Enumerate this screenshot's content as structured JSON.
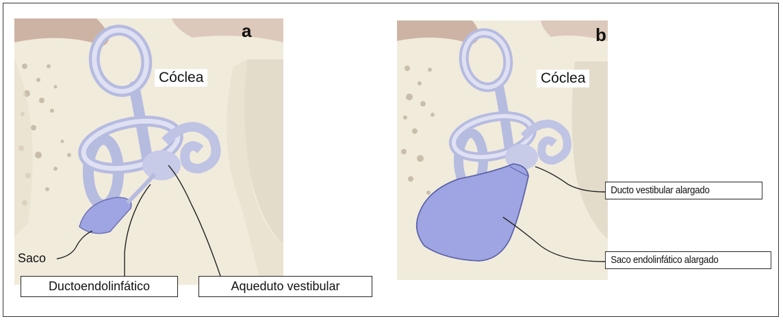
{
  "panels": [
    {
      "letter": "a",
      "organ_label": "Cóclea"
    },
    {
      "letter": "b",
      "organ_label": "Cóclea"
    }
  ],
  "labels": {
    "saco": "Saco",
    "ducto_endolinfatico": "Ductoendolinfático",
    "aqueduto_vestibular": "Aqueduto vestibular",
    "ducto_vestibular_alargado": "Ducto vestibular alargado",
    "saco_endolinfatico_alargado": "Saco endolinfático alargado"
  },
  "colors": {
    "bone": "#f1ebdc",
    "bone_shadow": "#d8cdb8",
    "tissue": "#c9b3a2",
    "labyrinth": "#c4c8e8",
    "labyrinth_stroke": "#8f95c4",
    "sac": "#9da4e0",
    "sac_stroke": "#5c63a8"
  }
}
